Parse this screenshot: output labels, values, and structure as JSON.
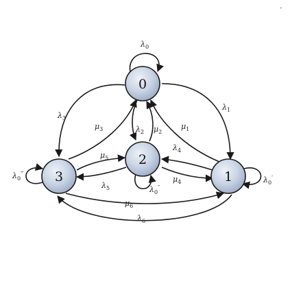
{
  "nodes": [
    {
      "id": "0",
      "label": "0"
    },
    {
      "id": "1",
      "label": "1"
    },
    {
      "id": "2",
      "label": "2"
    },
    {
      "id": "3",
      "label": "3"
    }
  ],
  "edges": [
    {
      "id": "loop-0",
      "symbol": "λ",
      "sub": "0",
      "sup": ""
    },
    {
      "id": "loop-1",
      "symbol": "λ",
      "sub": "0",
      "sup": "′"
    },
    {
      "id": "loop-2",
      "symbol": "λ",
      "sub": "0",
      "sup": "″"
    },
    {
      "id": "loop-3",
      "symbol": "λ",
      "sub": "0",
      "sup": "‴"
    },
    {
      "id": "e-0-1",
      "symbol": "λ",
      "sub": "1",
      "sup": ""
    },
    {
      "id": "e-1-0",
      "symbol": "μ",
      "sub": "1",
      "sup": ""
    },
    {
      "id": "e-0-2",
      "symbol": "λ",
      "sub": "2",
      "sup": ""
    },
    {
      "id": "e-2-0",
      "symbol": "μ",
      "sub": "2",
      "sup": ""
    },
    {
      "id": "e-0-3",
      "symbol": "λ",
      "sub": "3",
      "sup": ""
    },
    {
      "id": "e-3-0",
      "symbol": "μ",
      "sub": "3",
      "sup": ""
    },
    {
      "id": "e-1-2",
      "symbol": "λ",
      "sub": "4",
      "sup": ""
    },
    {
      "id": "e-2-1",
      "symbol": "μ",
      "sub": "4",
      "sup": ""
    },
    {
      "id": "e-3-2",
      "symbol": "μ",
      "sub": "5",
      "sup": ""
    },
    {
      "id": "e-2-3",
      "symbol": "λ",
      "sub": "5",
      "sup": ""
    },
    {
      "id": "e-3-1",
      "symbol": "μ",
      "sub": "6",
      "sup": ""
    },
    {
      "id": "e-1-3",
      "symbol": "λ",
      "sub": "6",
      "sup": ""
    }
  ],
  "corner_mark": "•"
}
